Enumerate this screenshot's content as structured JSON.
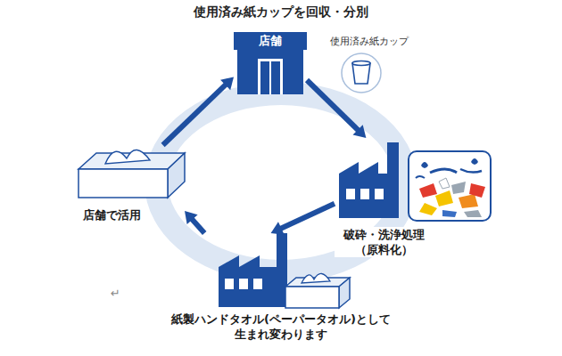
{
  "diagram": {
    "title": "使用済み紙カップを回収・分別",
    "nodes": [
      {
        "text": [
          "店舗"
        ]
      },
      {
        "text": [
          "破砕・洗浄処理 （原料化）"
        ]
      },
      {
        "text": [
          "紙製ハンドタオル(ペーパータオル)として 生まれ変わります"
        ]
      },
      {
        "text": [
          "店舗で活用"
        ]
      }
    ],
    "edges": [
      {
        "from": 0,
        "to": 1,
        "arrow": "to"
      },
      {
        "from": 1,
        "to": 2,
        "arrow": "to"
      },
      {
        "from": 2,
        "to": 3,
        "arrow": "to"
      },
      {
        "from": 3,
        "to": 0,
        "arrow": "to"
      }
    ],
    "labels": [
      "使用済み紙カップ",
      "↵"
    ]
  }
}
